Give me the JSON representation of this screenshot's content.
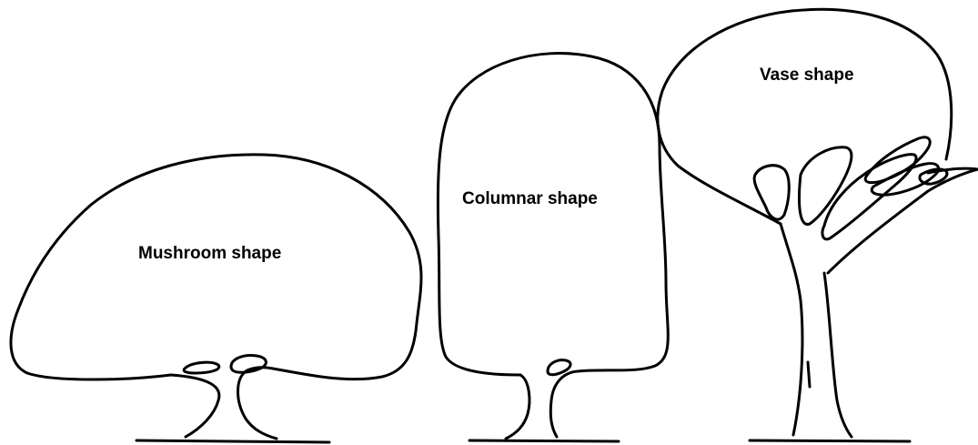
{
  "diagram": {
    "trees": [
      {
        "id": "mushroom",
        "label": "Mushroom shape"
      },
      {
        "id": "columnar",
        "label": "Columnar shape"
      },
      {
        "id": "vase",
        "label": "Vase shape"
      }
    ]
  }
}
